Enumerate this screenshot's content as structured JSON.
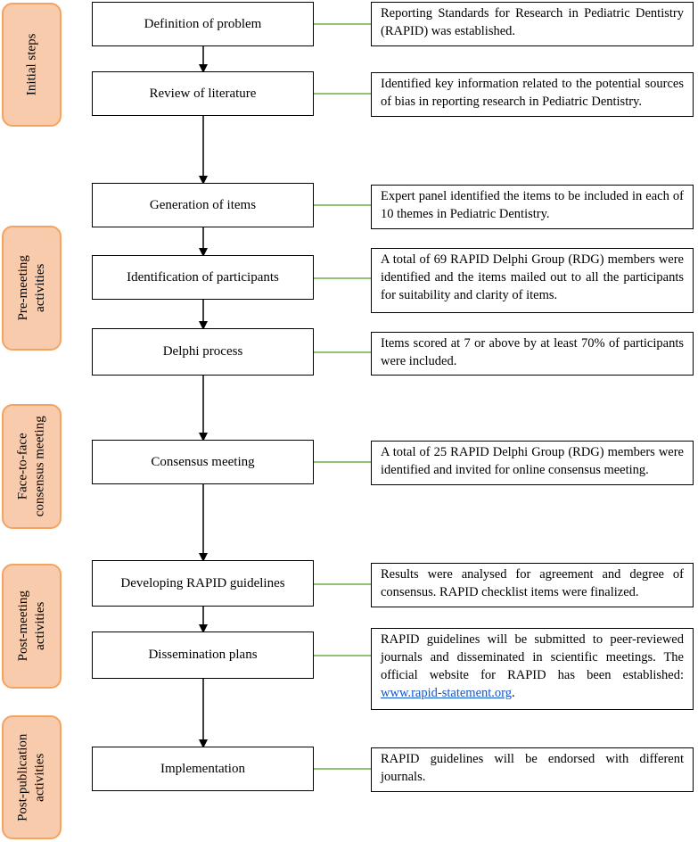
{
  "phases": [
    {
      "label": "Initial steps"
    },
    {
      "line1": "Pre-meeting",
      "line2": "activities"
    },
    {
      "line1": "Face-to-face",
      "line2": "consensus meeting"
    },
    {
      "line1": "Post-meeting",
      "line2": "activities"
    },
    {
      "line1": "Post-publication",
      "line2": "activities"
    }
  ],
  "steps": [
    "Definition of problem",
    "Review of literature",
    "Generation of items",
    "Identification of participants",
    "Delphi process",
    "Consensus meeting",
    "Developing RAPID guidelines",
    "Dissemination plans",
    "Implementation"
  ],
  "descriptions": [
    "Reporting Standards for Research in Pediatric Dentistry (RAPID) was established.",
    "Identified key information related to the potential sources of bias in reporting research in Pediatric Dentistry.",
    "Expert panel identified the items to be included in each of 10 themes in Pediatric Dentistry.",
    "A total of 69 RAPID Delphi Group (RDG) members were identified and the items mailed out to all the participants for suitability and clarity of items.",
    "Items scored at 7 or above by at least 70% of participants were included.",
    "A total of 25 RAPID Delphi Group (RDG) members were identified and invited for online consensus meeting.",
    "Results were analysed for agreement and degree of consensus. RAPID checklist items were finalized.",
    "RAPID guidelines will be submitted to peer-reviewed journals and disseminated in scientific meetings. The official website for RAPID has been established:",
    "RAPID guidelines will be endorsed with different journals."
  ],
  "dissemination_link": "www.rapid-statement.org",
  "dissemination_suffix": ".",
  "colors": {
    "phase_fill": "#f8cbad",
    "phase_border": "#f4a460",
    "connector": "#70ad47",
    "link": "#1155cc"
  }
}
